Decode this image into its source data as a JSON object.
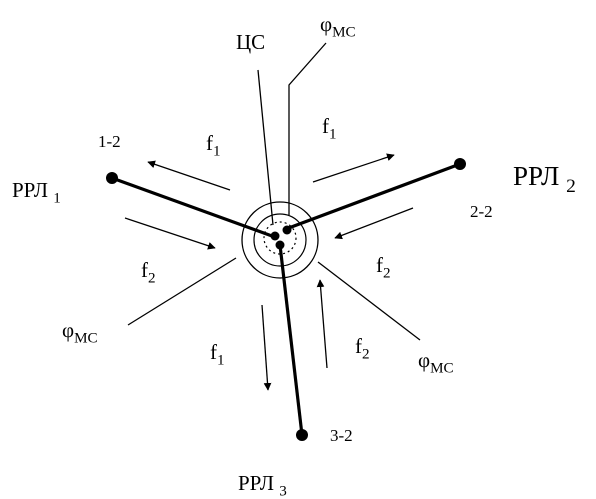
{
  "labels": {
    "center": "ЦС",
    "phi_top": {
      "main": "φ",
      "sub": "МС"
    },
    "phi_left": {
      "main": "φ",
      "sub": "МС"
    },
    "phi_right": {
      "main": "φ",
      "sub": "МС"
    },
    "rrl1": {
      "main": "РРЛ",
      "sub": "1"
    },
    "rrl2": {
      "main": "РРЛ",
      "sub": "2"
    },
    "rrl3": {
      "main": "РРЛ",
      "sub": "3"
    },
    "node_1_2": "1-2",
    "node_2_2": "2-2",
    "node_3_2": "3-2",
    "f1_left": {
      "main": "f",
      "sub": "1"
    },
    "f2_left": {
      "main": "f",
      "sub": "2"
    },
    "f1_right": {
      "main": "f",
      "sub": "1"
    },
    "f2_right": {
      "main": "f",
      "sub": "2"
    },
    "f1_bottom": {
      "main": "f",
      "sub": "1"
    },
    "f2_bottom": {
      "main": "f",
      "sub": "2"
    }
  }
}
